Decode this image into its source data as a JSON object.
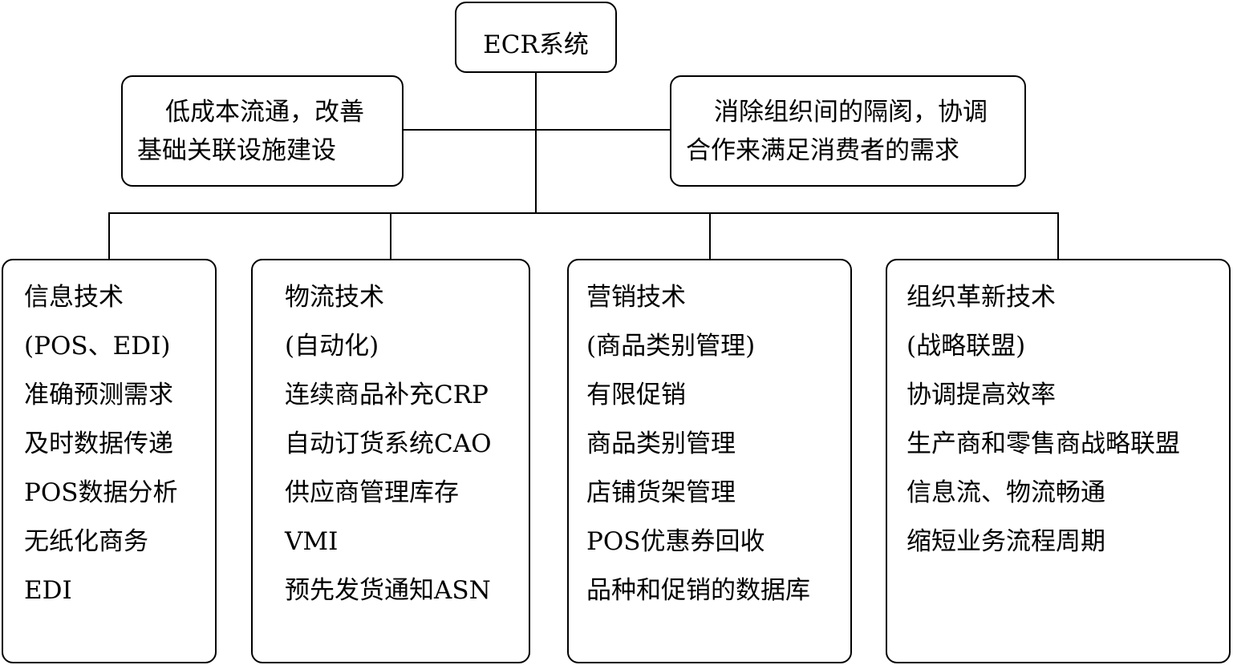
{
  "root": {
    "label": "ECR系统"
  },
  "goals": [
    {
      "line1": "低成本流通，改善",
      "line2": "基础关联设施建设"
    },
    {
      "line1": "消除组织间的隔阂，协调",
      "line2": "合作来满足消费者的需求"
    }
  ],
  "categories": [
    {
      "title": "信息技术",
      "subtitle": "(POS、EDI)",
      "items": [
        "准确预测需求",
        "及时数据传递",
        "POS数据分析",
        "无纸化商务",
        "EDI"
      ]
    },
    {
      "title": "物流技术",
      "subtitle": "(自动化)",
      "items": [
        "连续商品补充CRP",
        "自动订货系统CAO",
        "供应商管理库存",
        "VMI",
        "预先发货通知ASN"
      ]
    },
    {
      "title": "营销技术",
      "subtitle": "(商品类别管理)",
      "items": [
        "有限促销",
        "商品类别管理",
        "店铺货架管理",
        "POS优惠券回收",
        "品种和促销的数据库"
      ]
    },
    {
      "title": "组织革新技术",
      "subtitle": "(战略联盟)",
      "items": [
        "协调提高效率",
        "生产商和零售商战略联盟",
        "信息流、物流畅通",
        "缩短业务流程周期"
      ]
    }
  ]
}
